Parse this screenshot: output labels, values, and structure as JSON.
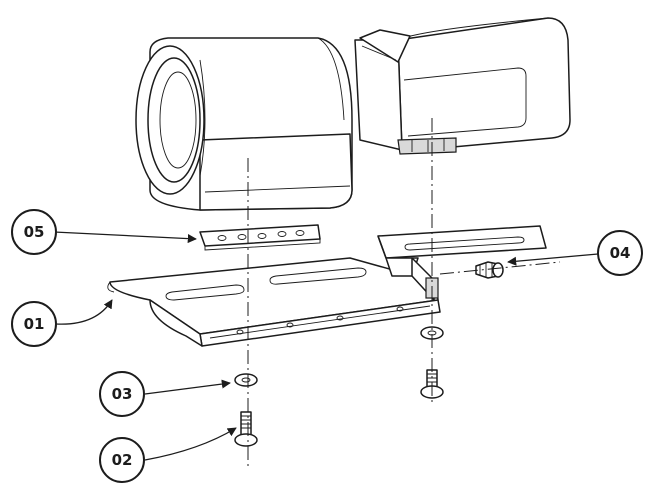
{
  "callouts": {
    "c05": "05",
    "c01": "01",
    "c03": "03",
    "c02": "02",
    "c04": "04"
  },
  "colors": {
    "line": "#1c1c1c",
    "background": "#ffffff",
    "shade": "#d9d9d9"
  }
}
